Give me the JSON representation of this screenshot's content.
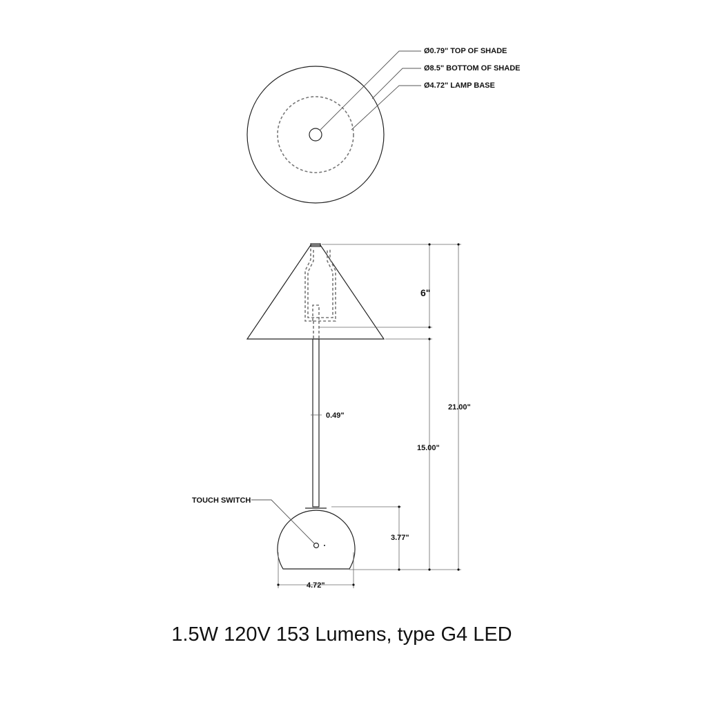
{
  "top_view": {
    "labels": {
      "top_of_shade": "Ø0.79\" TOP OF SHADE",
      "bottom_of_shade": "Ø8.5\" BOTTOM OF SHADE",
      "lamp_base": "Ø4.72\" LAMP BASE"
    }
  },
  "side_view": {
    "dimensions": {
      "shade_height": "6\"",
      "total_height": "21.00\"",
      "stem_height": "15.00\"",
      "stem_diameter": "0.49\"",
      "base_height": "3.77\"",
      "base_width": "4.72\""
    },
    "callouts": {
      "touch_switch": "TOUCH SWITCH"
    }
  },
  "caption": "1.5W 120V 153 Lumens, type G4 LED"
}
